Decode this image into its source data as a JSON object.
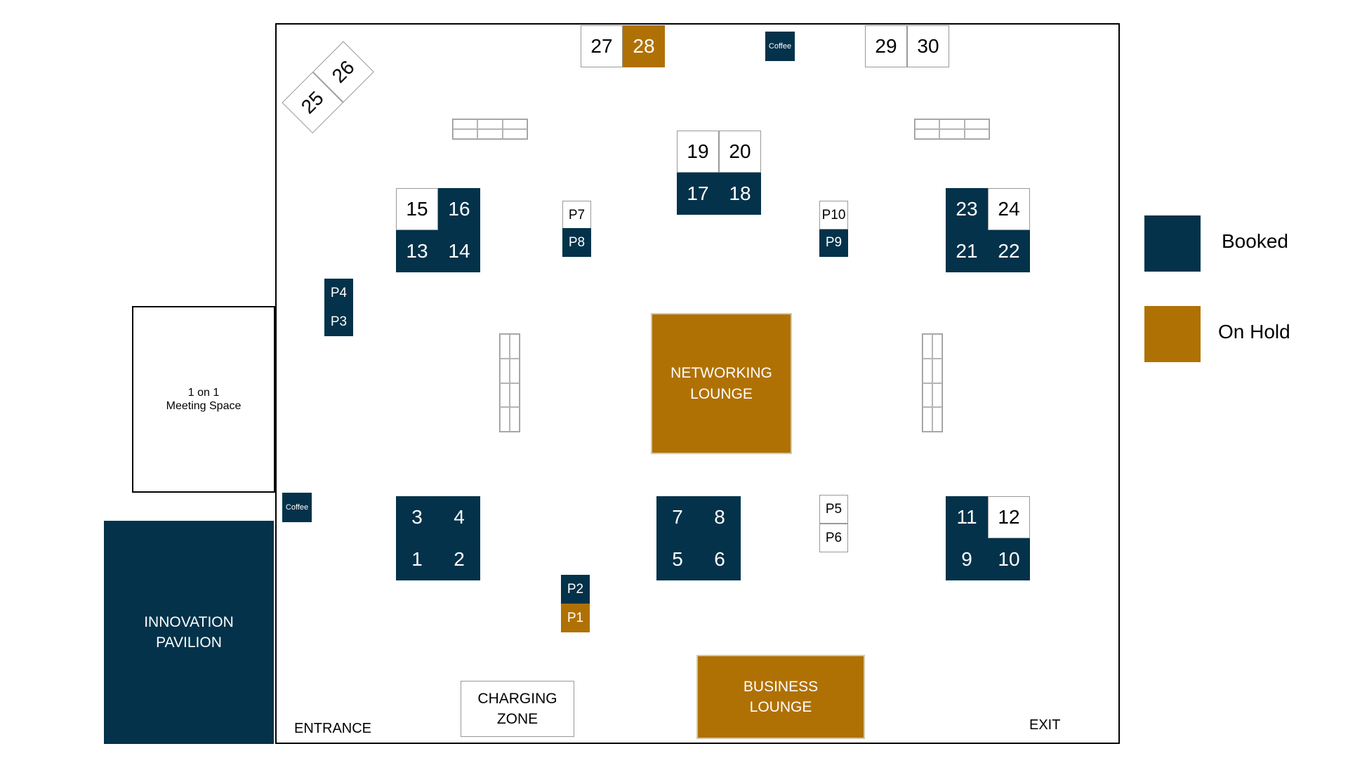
{
  "colors": {
    "booked": "#03324a",
    "on_hold": "#b07104",
    "available": "#ffffff"
  },
  "legend": [
    {
      "label": "Booked",
      "status": "booked"
    },
    {
      "label": "On Hold",
      "status": "on_hold"
    }
  ],
  "booths": [
    {
      "number": "1",
      "status": "booked"
    },
    {
      "number": "2",
      "status": "booked"
    },
    {
      "number": "3",
      "status": "booked"
    },
    {
      "number": "4",
      "status": "booked"
    },
    {
      "number": "5",
      "status": "booked"
    },
    {
      "number": "6",
      "status": "booked"
    },
    {
      "number": "7",
      "status": "booked"
    },
    {
      "number": "8",
      "status": "booked"
    },
    {
      "number": "9",
      "status": "booked"
    },
    {
      "number": "10",
      "status": "booked"
    },
    {
      "number": "11",
      "status": "booked"
    },
    {
      "number": "12",
      "status": "available"
    },
    {
      "number": "13",
      "status": "booked"
    },
    {
      "number": "14",
      "status": "booked"
    },
    {
      "number": "15",
      "status": "available"
    },
    {
      "number": "16",
      "status": "booked"
    },
    {
      "number": "17",
      "status": "booked"
    },
    {
      "number": "18",
      "status": "booked"
    },
    {
      "number": "19",
      "status": "available"
    },
    {
      "number": "20",
      "status": "available"
    },
    {
      "number": "21",
      "status": "booked"
    },
    {
      "number": "22",
      "status": "booked"
    },
    {
      "number": "23",
      "status": "booked"
    },
    {
      "number": "24",
      "status": "available"
    },
    {
      "number": "25",
      "status": "available"
    },
    {
      "number": "26",
      "status": "available"
    },
    {
      "number": "27",
      "status": "available"
    },
    {
      "number": "28",
      "status": "on_hold"
    },
    {
      "number": "29",
      "status": "available"
    },
    {
      "number": "30",
      "status": "available"
    }
  ],
  "pods": [
    {
      "number": "P1",
      "status": "on_hold"
    },
    {
      "number": "P2",
      "status": "booked"
    },
    {
      "number": "P3",
      "status": "booked"
    },
    {
      "number": "P4",
      "status": "booked"
    },
    {
      "number": "P5",
      "status": "available"
    },
    {
      "number": "P6",
      "status": "available"
    },
    {
      "number": "P7",
      "status": "available"
    },
    {
      "number": "P8",
      "status": "booked"
    },
    {
      "number": "P9",
      "status": "booked"
    },
    {
      "number": "P10",
      "status": "available"
    }
  ],
  "areas": {
    "networking_lounge": {
      "label": "NETWORKING\nLOUNGE",
      "status": "on_hold"
    },
    "business_lounge": {
      "label": "BUSINESS\nLOUNGE",
      "status": "on_hold"
    },
    "innovation_pavilion": {
      "label": "INNOVATION\nPAVILION",
      "status": "booked"
    },
    "charging_zone": {
      "label": "CHARGING\nZONE"
    },
    "meeting_space": {
      "label": "1 on 1\nMeeting Space"
    }
  },
  "coffee_label": "Coffee",
  "entrance_label": "ENTRANCE",
  "exit_label": "EXIT"
}
